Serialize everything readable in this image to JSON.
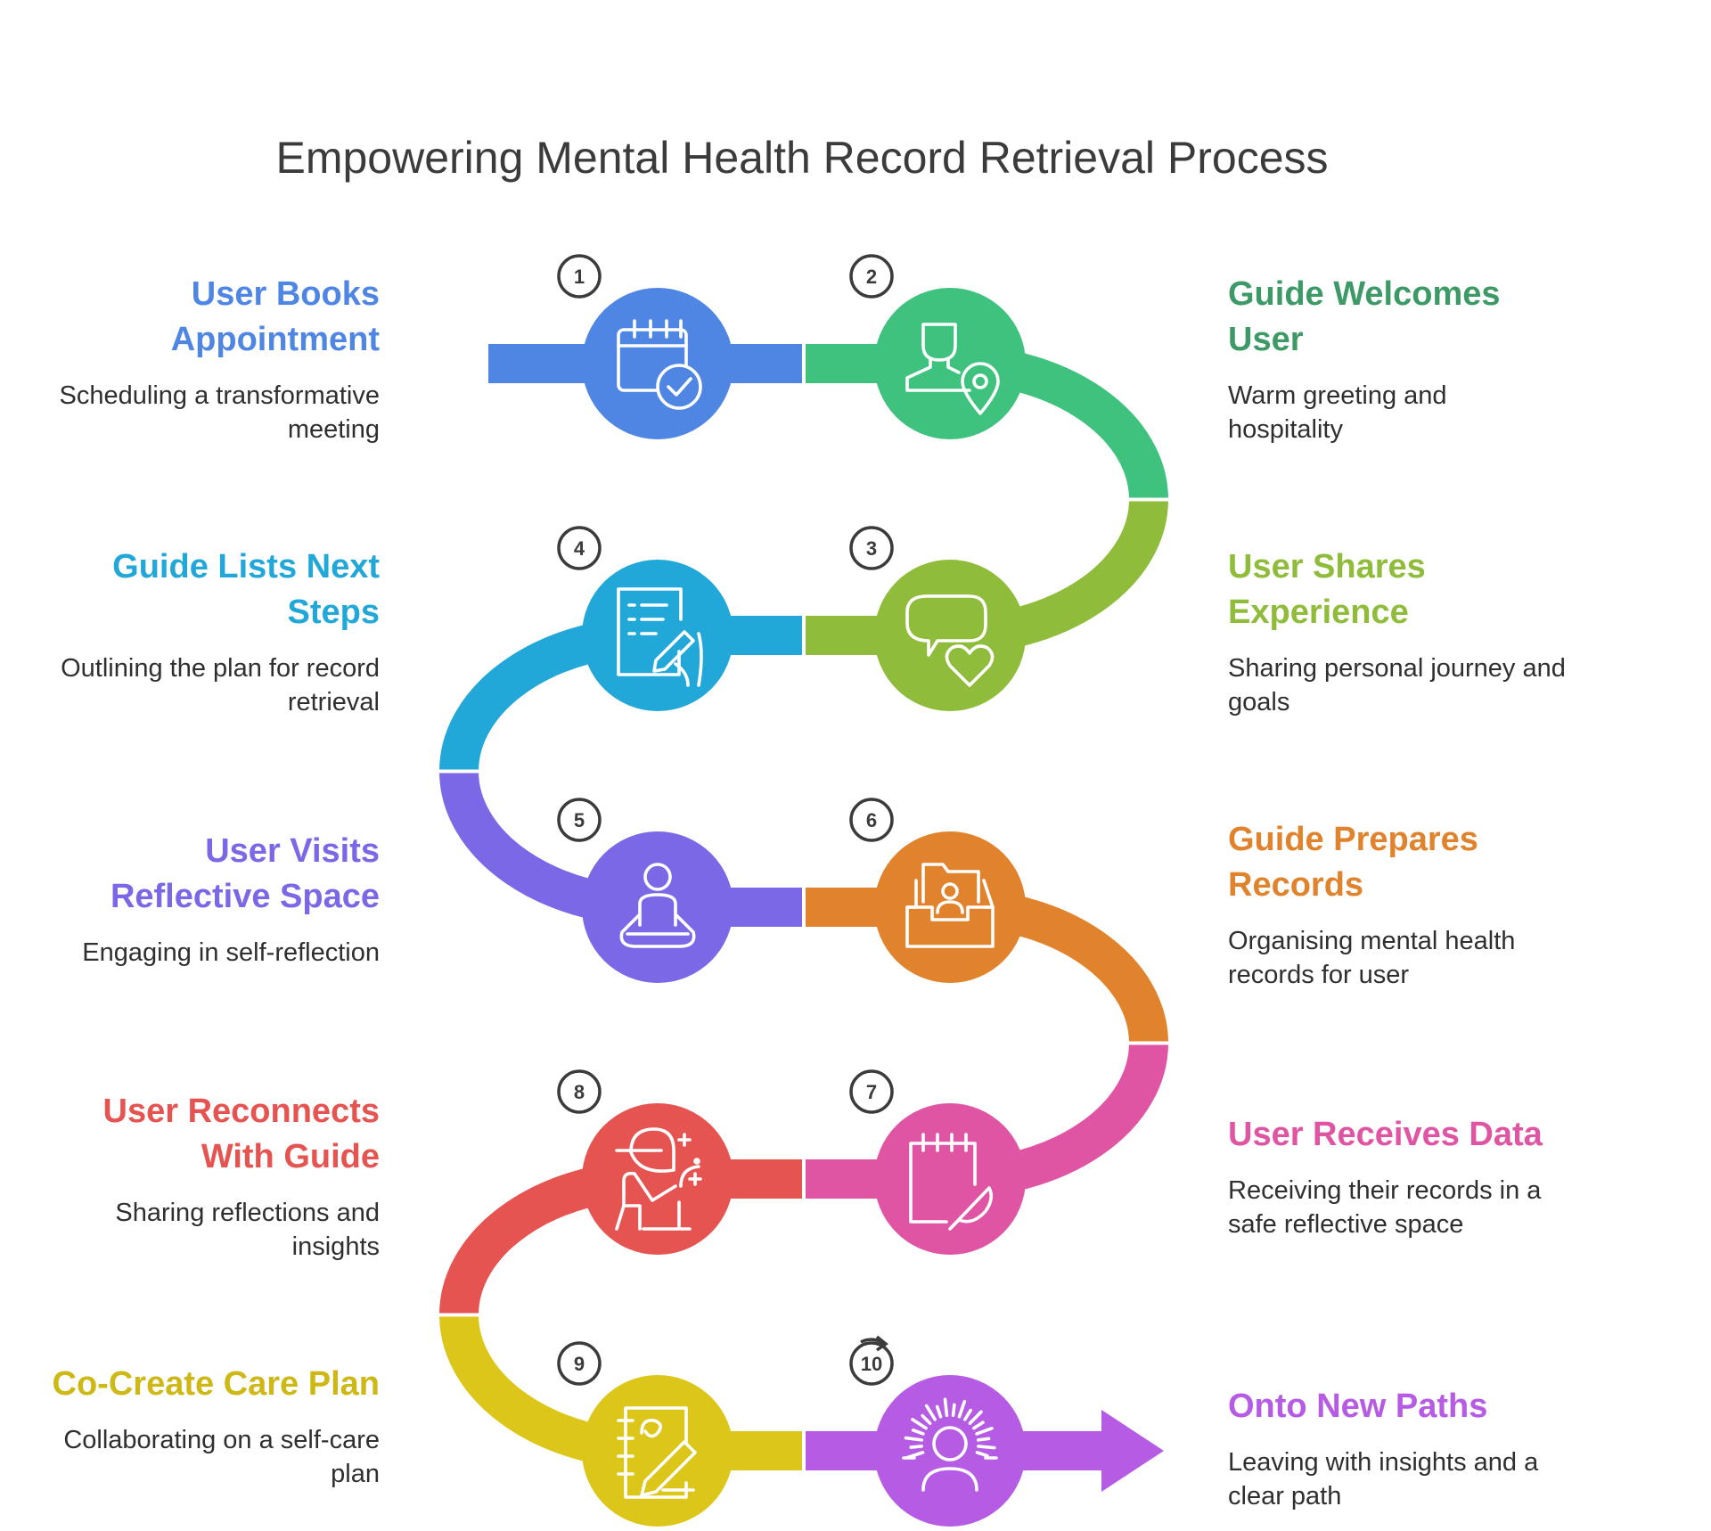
{
  "title": "Empowering Mental Health Record Retrieval Process",
  "steps": [
    {
      "number": "1",
      "title": "User Books Appointment",
      "description": "Scheduling a transformative meeting",
      "color": "#4f86e4",
      "icon": "calendar-check-icon"
    },
    {
      "number": "2",
      "title": "Guide Welcomes User",
      "description": "Warm greeting and hospitality",
      "color": "#3fc27e",
      "title_color": "#3d9a66",
      "icon": "user-location-icon"
    },
    {
      "number": "3",
      "title": "User Shares Experience",
      "description": "Sharing personal journey and goals",
      "color": "#8fbc3a",
      "icon": "speech-heart-icon"
    },
    {
      "number": "4",
      "title": "Guide Lists Next Steps",
      "description": "Outlining the plan for record retrieval",
      "color": "#22a8d8",
      "icon": "checklist-writing-icon"
    },
    {
      "number": "5",
      "title": "User Visits Reflective Space",
      "description": "Engaging in self-reflection",
      "color": "#7b68e6",
      "icon": "meditation-icon"
    },
    {
      "number": "6",
      "title": "Guide Prepares Records",
      "description": "Organising mental health records for user",
      "color": "#e0832c",
      "icon": "records-folder-icon"
    },
    {
      "number": "7",
      "title": "User Receives Data",
      "description": "Receiving their records in a safe reflective space",
      "color": "#df55a4",
      "icon": "notepad-feather-icon"
    },
    {
      "number": "8",
      "title": "User Reconnects With Guide",
      "description": "Sharing reflections and insights",
      "color": "#e55450",
      "icon": "person-reflecting-icon"
    },
    {
      "number": "9",
      "title": "Co-Create Care Plan",
      "description": "Collaborating on a self-care plan",
      "color": "#ddc61a",
      "title_color": "#cdb816",
      "icon": "notebook-pen-icon"
    },
    {
      "number": "10",
      "title": "Onto New Paths",
      "description": "Leaving with insights and a clear path",
      "color": "#b55be4",
      "icon": "radiant-person-icon"
    }
  ]
}
